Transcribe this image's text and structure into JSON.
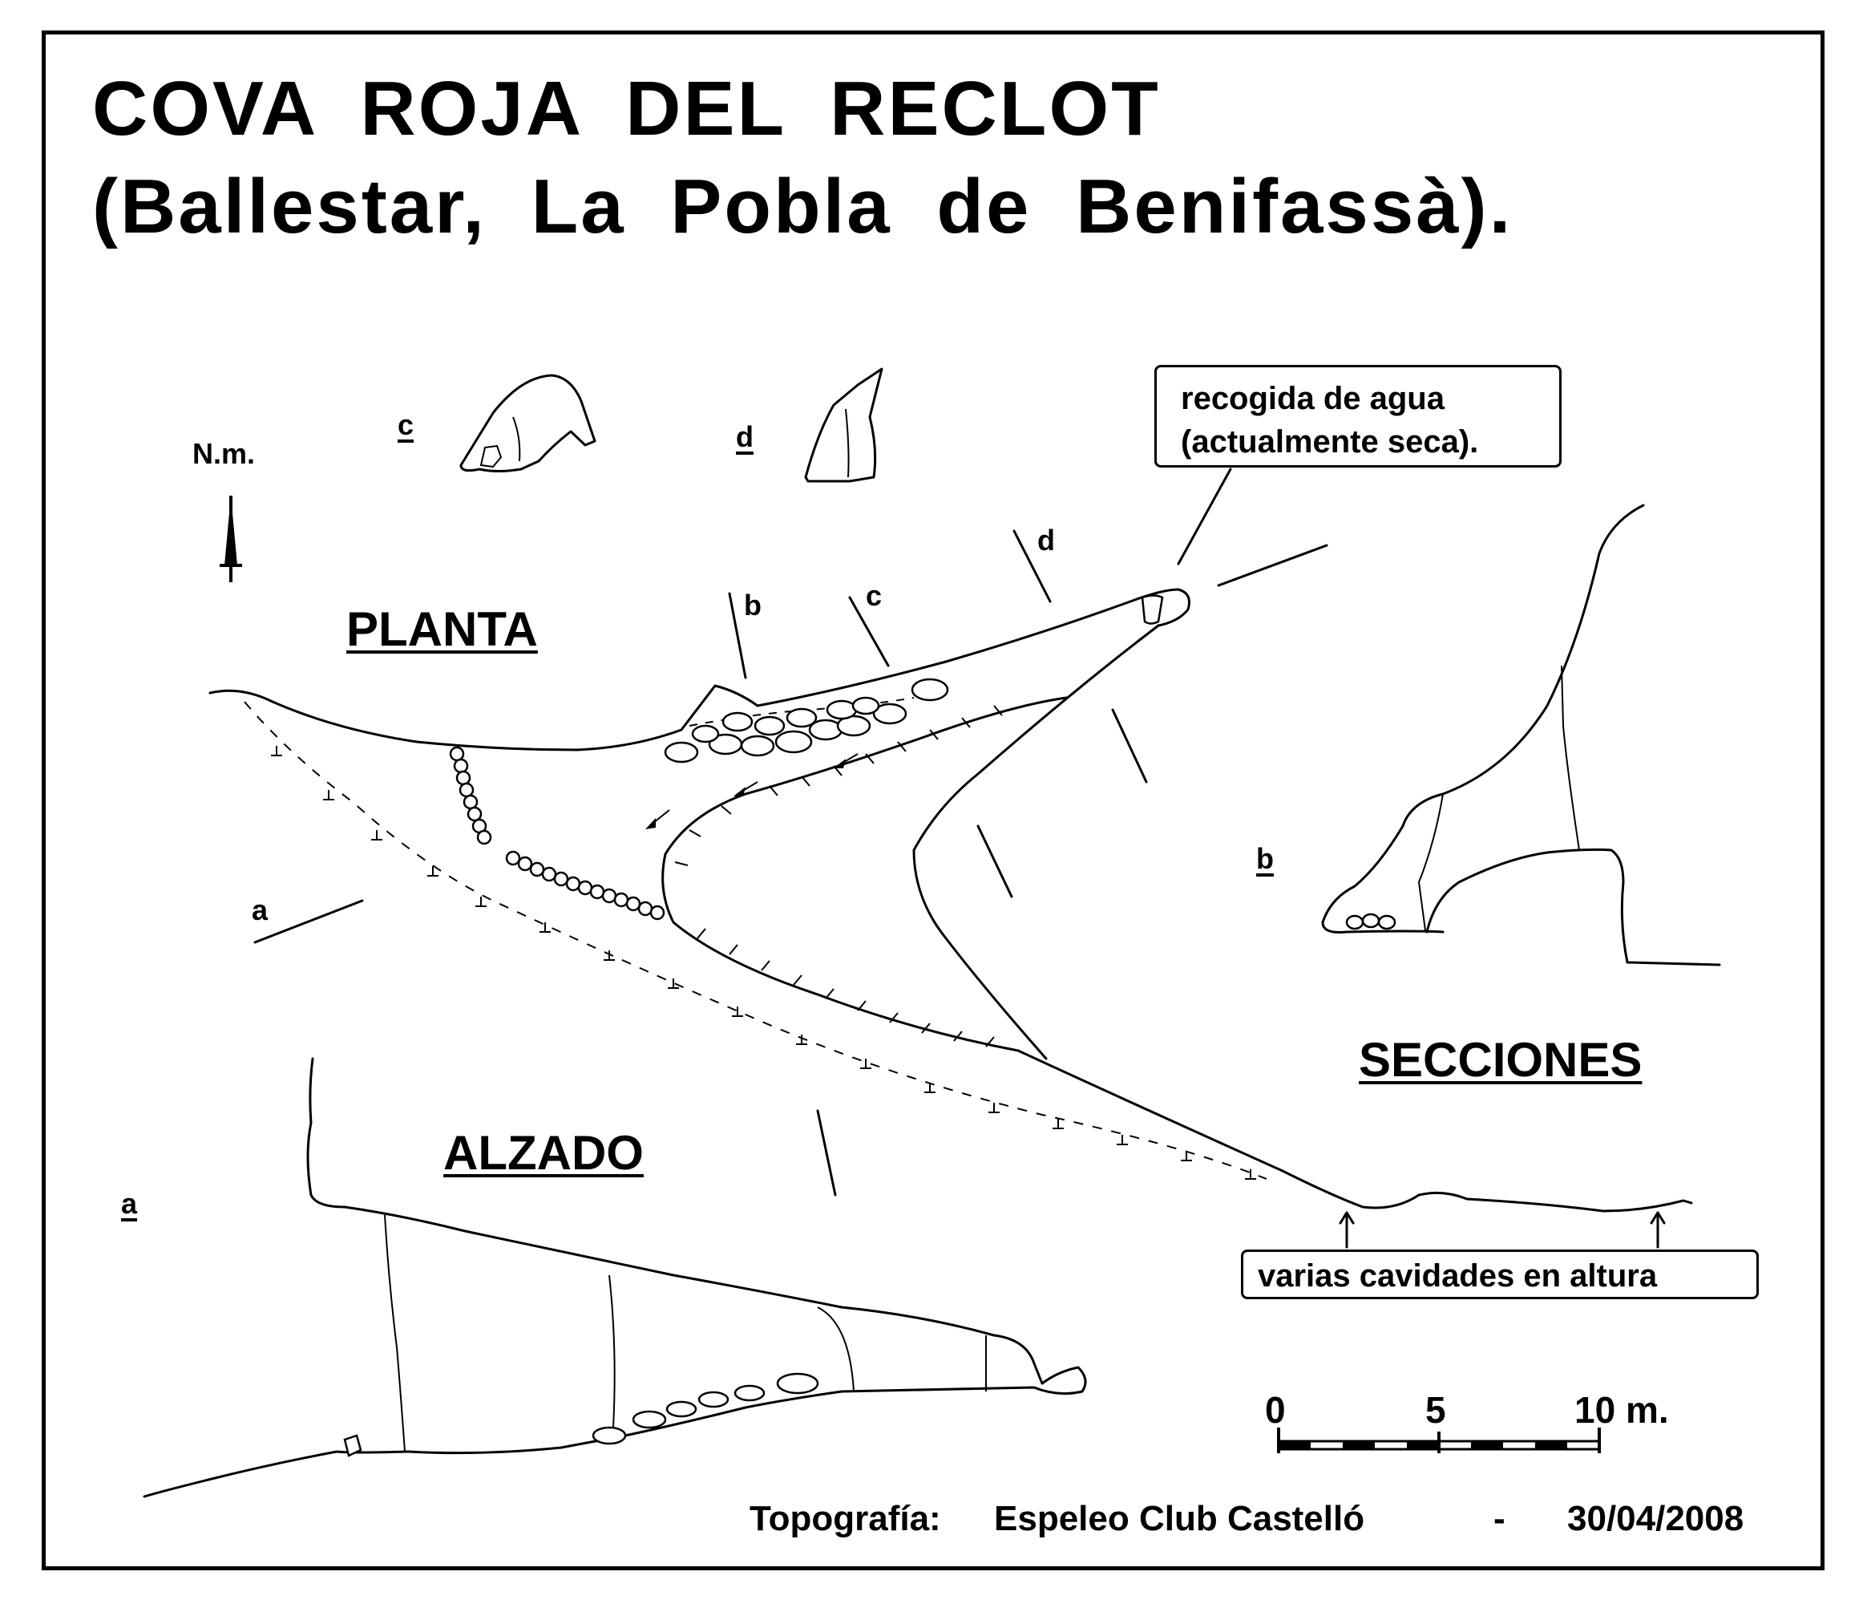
{
  "title": {
    "line1": "COVA  ROJA  DEL  RECLOT",
    "line2": "(Ballestar,  La  Pobla  de  Benifassà)."
  },
  "north": {
    "label": "N.m.",
    "icon": "north-arrow-icon"
  },
  "views": {
    "plan": "PLANTA",
    "elevation": "ALZADO",
    "sections": "SECCIONES"
  },
  "section_markers": {
    "a": "a",
    "b": "b",
    "c": "c",
    "d": "d"
  },
  "annotations": {
    "water": "recogida de agua\n(actualmente seca).",
    "cavities": "varias cavidades en altura"
  },
  "scale": {
    "tick0": "0",
    "tick5": "5",
    "tick10": "10 m."
  },
  "credit": {
    "label": "Topografía:",
    "author": "Espeleo Club Castelló",
    "separator": "-",
    "date": "30/04/2008"
  }
}
